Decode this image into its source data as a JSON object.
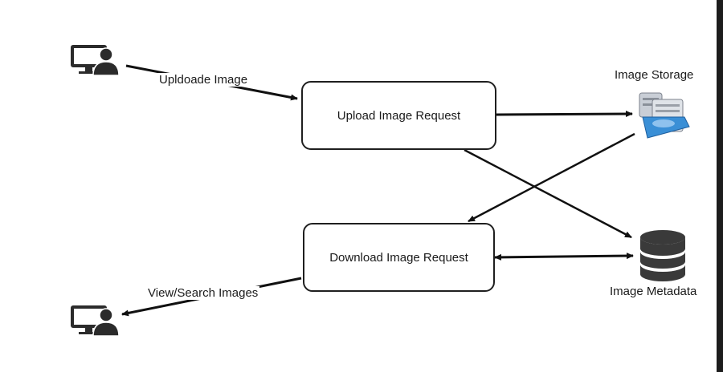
{
  "nodes": {
    "upload_request": "Upload Image Request",
    "download_request": "Download Image Request",
    "image_storage": "Image Storage",
    "image_metadata": "Image Metadata"
  },
  "edges": {
    "upload_label": "Upldoade Image",
    "view_label": "View/Search Images"
  },
  "icons": {
    "uploader_client": "user-computer-icon",
    "viewer_client": "user-computer-icon",
    "storage": "server-storage-icon",
    "metadata": "database-icon"
  },
  "colors": {
    "stroke": "#1f1f1f",
    "icon_dark": "#2b2b2b",
    "storage_blue": "#3a8fd6",
    "storage_silver": "#c9ced6"
  }
}
